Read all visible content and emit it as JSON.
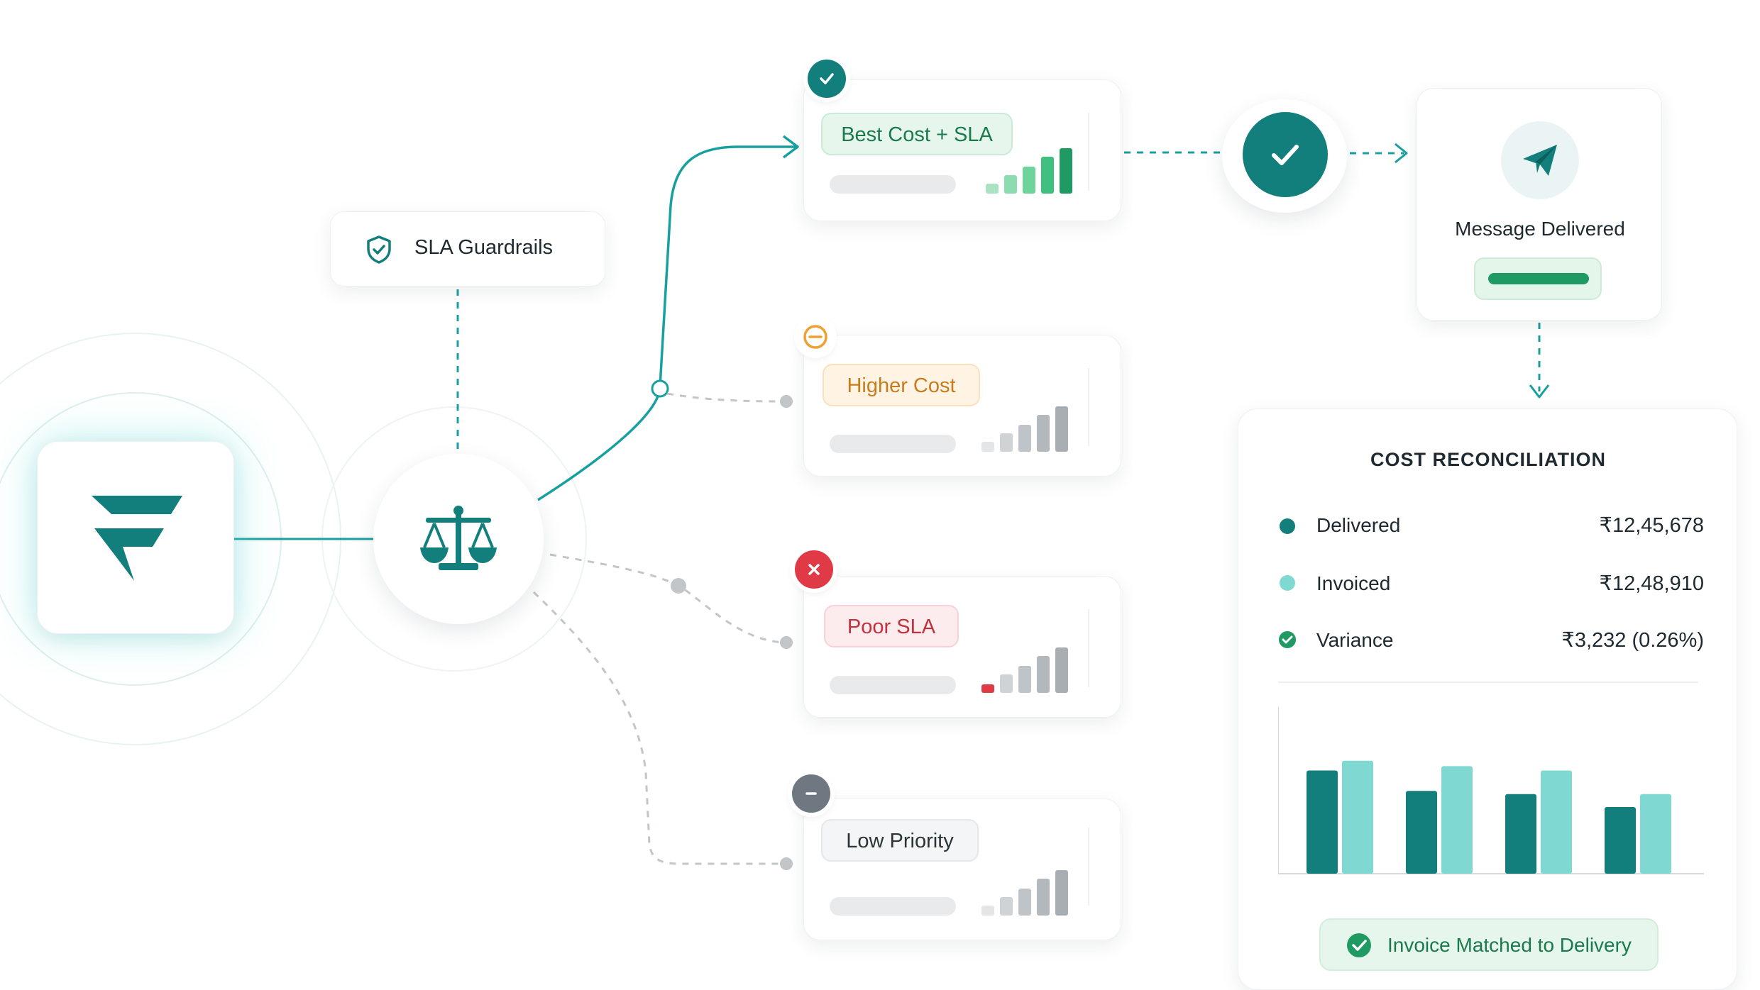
{
  "colors": {
    "teal": "#127f7d",
    "teal_light": "#7fd8d2",
    "green": "#1f9a63",
    "orange": "#f0a033",
    "red": "#e03a46",
    "gray": "#6f7780"
  },
  "guardrails": {
    "label": "SLA Guardrails",
    "icon": "shield-check-icon"
  },
  "logo": {
    "icon": "f-brand-logo-icon"
  },
  "balancer": {
    "icon": "balance-scale-icon"
  },
  "routes": [
    {
      "label": "Best Cost + SLA",
      "status": "selected",
      "badge_icon": "check-icon"
    },
    {
      "label": "Higher Cost",
      "status": "warning",
      "badge_icon": "minus-circle-icon"
    },
    {
      "label": "Poor SLA",
      "status": "rejected",
      "badge_icon": "close-icon"
    },
    {
      "label": "Low Priority",
      "status": "deprioritized",
      "badge_icon": "minus-icon"
    }
  ],
  "confirm": {
    "icon": "check-icon"
  },
  "delivery": {
    "label": "Message Delivered",
    "icon": "paper-plane-icon"
  },
  "reconciliation": {
    "title": "COST RECONCILIATION",
    "rows": [
      {
        "label": "Delivered",
        "value": "₹12,45,678",
        "marker": "dot-teal"
      },
      {
        "label": "Invoiced",
        "value": "₹12,48,910",
        "marker": "dot-light"
      },
      {
        "label": "Variance",
        "value": "₹3,232 (0.26%)",
        "marker": "check-icon"
      }
    ],
    "footer": "Invoice Matched to Delivery"
  },
  "chart_data": {
    "type": "bar",
    "categories": [
      "",
      "",
      "",
      ""
    ],
    "series": [
      {
        "values": [
          96,
          77,
          74,
          62
        ],
        "color": "#127f7d"
      },
      {
        "values": [
          105,
          100,
          96,
          74
        ],
        "color": "#7fd8d2"
      }
    ],
    "ylim": [
      0,
      155
    ],
    "grid": false
  }
}
